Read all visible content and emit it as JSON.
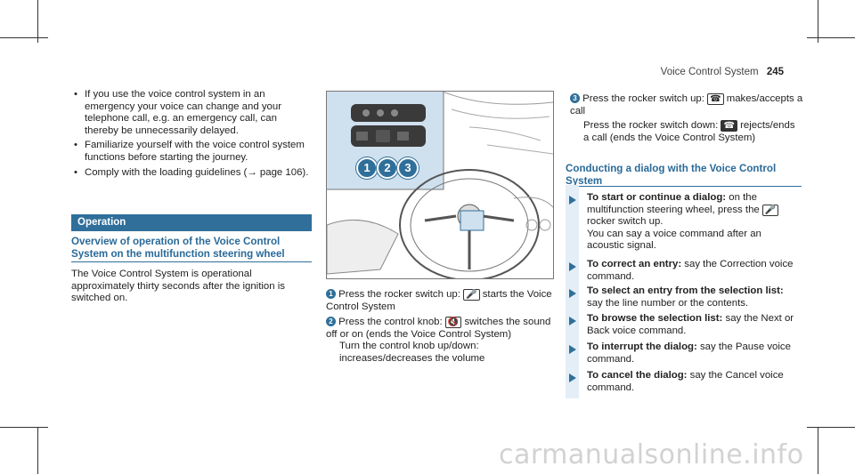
{
  "header": {
    "section": "Voice Control System",
    "page": "245"
  },
  "left_bullets": [
    "If you use the voice control system in an emergency your voice can change and your telephone call, e.g. an emergency call, can thereby be unnecessarily delayed.",
    "Familiarize yourself with the voice control system functions before starting the journey.",
    "Comply with the loading guidelines (→ page 106)."
  ],
  "operation": {
    "heading": "Operation",
    "subheading": "Overview of operation of the Voice Control System on the multifunction steering wheel",
    "body": "The Voice Control System is operational approximately thirty seconds after the ignition is switched on."
  },
  "figure": {
    "callouts": [
      "1",
      "2",
      "3"
    ],
    "colors": {
      "highlight": "#cfe0ee",
      "callout": "#2f6f9a"
    }
  },
  "figure_items": [
    {
      "num": "1",
      "pre": "Press the rocker switch up:",
      "icon": "voice-icon",
      "glyph": "🎤",
      "post": "starts the Voice Control System"
    },
    {
      "num": "2",
      "pre": "Press the control knob:",
      "icon": "mute-icon",
      "glyph": "🔇",
      "post": "switches the sound off or on (ends the Voice Control System)",
      "extra": "Turn the control knob up/down: increases/decreases the volume"
    },
    {
      "num": "3",
      "pre": "Press the rocker switch up:",
      "icon": "phone-accept-icon",
      "glyph": "☎",
      "post": "makes/accepts a call",
      "pre2": "Press the rocker switch down:",
      "icon2": "phone-reject-icon",
      "glyph2": "☎",
      "post2": "rejects/ends a call (ends the Voice Control System)"
    }
  ],
  "dialog": {
    "heading": "Conducting a dialog with the Voice Control System",
    "steps": [
      {
        "bold": "To start or continue a dialog:",
        "text": "on the multifunction steering wheel, press the",
        "icon": "voice-icon",
        "glyph": "🎤",
        "text2": "rocker switch up.",
        "extra": "You can say a voice command after an acoustic signal."
      },
      {
        "bold": "To correct an entry:",
        "text": "say the Correction voice command."
      },
      {
        "bold": "To select an entry from the selection list:",
        "text": "say the line number or the contents."
      },
      {
        "bold": "To browse the selection list:",
        "text": "say the Next or Back voice command."
      },
      {
        "bold": "To interrupt the dialog:",
        "text": "say the Pause voice command."
      },
      {
        "bold": "To cancel the dialog:",
        "text": "say the Cancel voice command."
      }
    ]
  },
  "watermark": "carmanualsonline.info"
}
